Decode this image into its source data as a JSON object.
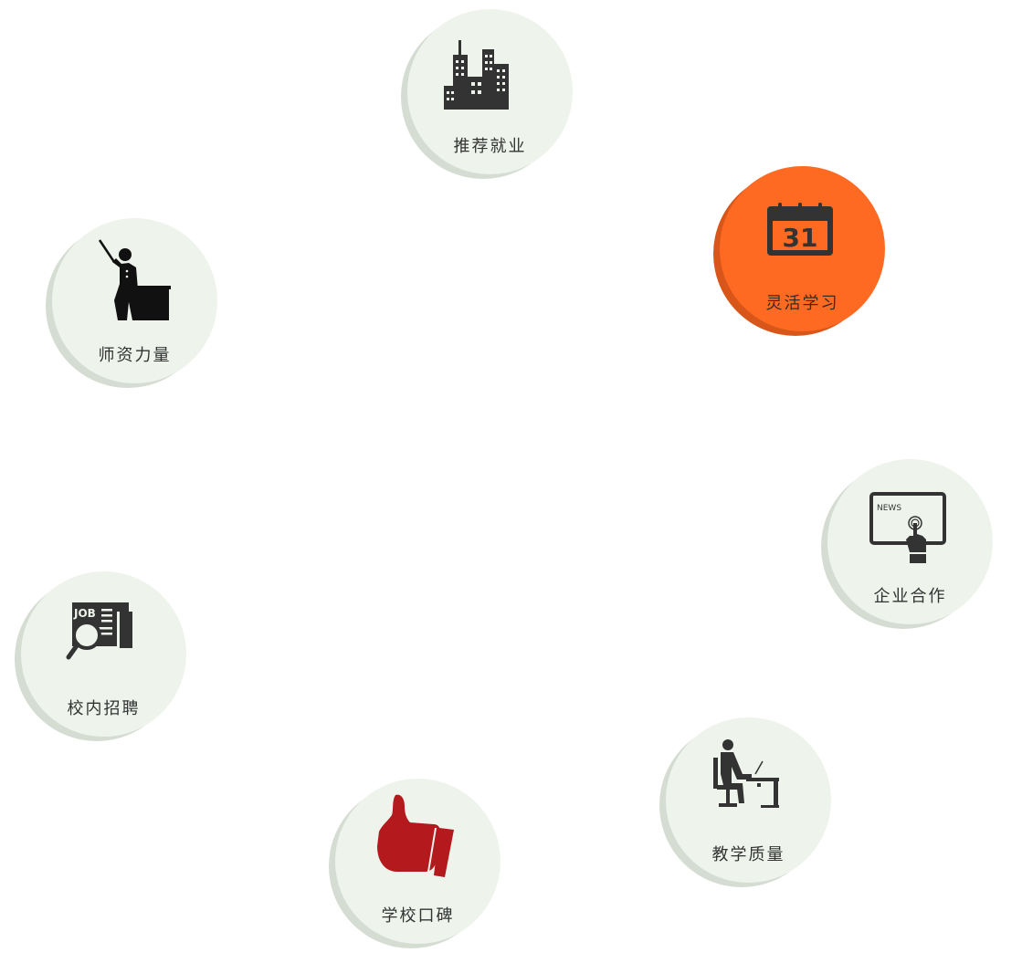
{
  "colors": {
    "disc": "#eef4ec",
    "disc_shadow": "#d5ddd3",
    "active_disc": "#ff6a23",
    "active_shadow": "#d9561a",
    "icon_dark": "#333333",
    "thumb_red": "#b3191d"
  },
  "nodes": [
    {
      "id": "employment",
      "label": "推荐就业",
      "icon": "city-buildings-icon",
      "active": false
    },
    {
      "id": "flexible",
      "label": "灵活学习",
      "icon": "calendar-icon",
      "calendar_day": "31",
      "active": true
    },
    {
      "id": "teachers",
      "label": "师资力量",
      "icon": "teacher-pointer-icon",
      "active": false
    },
    {
      "id": "enterprise",
      "label": "企业合作",
      "icon": "news-touch-icon",
      "screen_text": "NEWS",
      "active": false
    },
    {
      "id": "recruit",
      "label": "校内招聘",
      "icon": "job-search-icon",
      "sign_text": "JOB",
      "active": false
    },
    {
      "id": "quality",
      "label": "教学质量",
      "icon": "desk-worker-icon",
      "active": false
    },
    {
      "id": "reputation",
      "label": "学校口碑",
      "icon": "thumbs-up-icon",
      "active": false
    }
  ]
}
